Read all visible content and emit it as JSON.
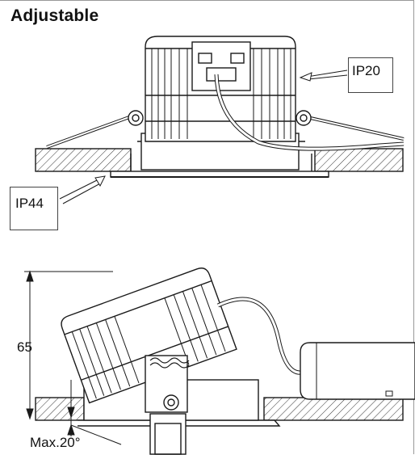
{
  "title": "Adjustable",
  "labels": {
    "ip20": "IP20",
    "ip44": "IP44",
    "height": "65",
    "max_angle": "Max.20°"
  },
  "colors": {
    "line": "#1a1a1a",
    "hatch": "#333333",
    "background": "#ffffff"
  }
}
